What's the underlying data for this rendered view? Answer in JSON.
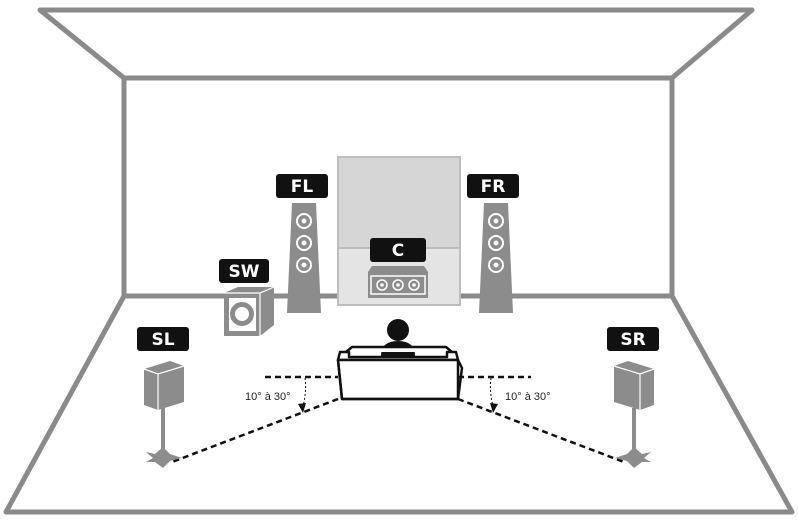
{
  "speakers": {
    "front_left": {
      "label": "FL"
    },
    "front_right": {
      "label": "FR"
    },
    "center": {
      "label": "C"
    },
    "subwoofer": {
      "label": "SW"
    },
    "surround_left": {
      "label": "SL"
    },
    "surround_right": {
      "label": "SR"
    }
  },
  "angles": {
    "left": "10° à 30°",
    "right": "10° à 30°"
  },
  "colors": {
    "room_stroke": "#8a8a8a",
    "speaker_fill": "#8c8c8c",
    "label_fill": "#111111",
    "tv_fill": "#d6d6d6"
  }
}
